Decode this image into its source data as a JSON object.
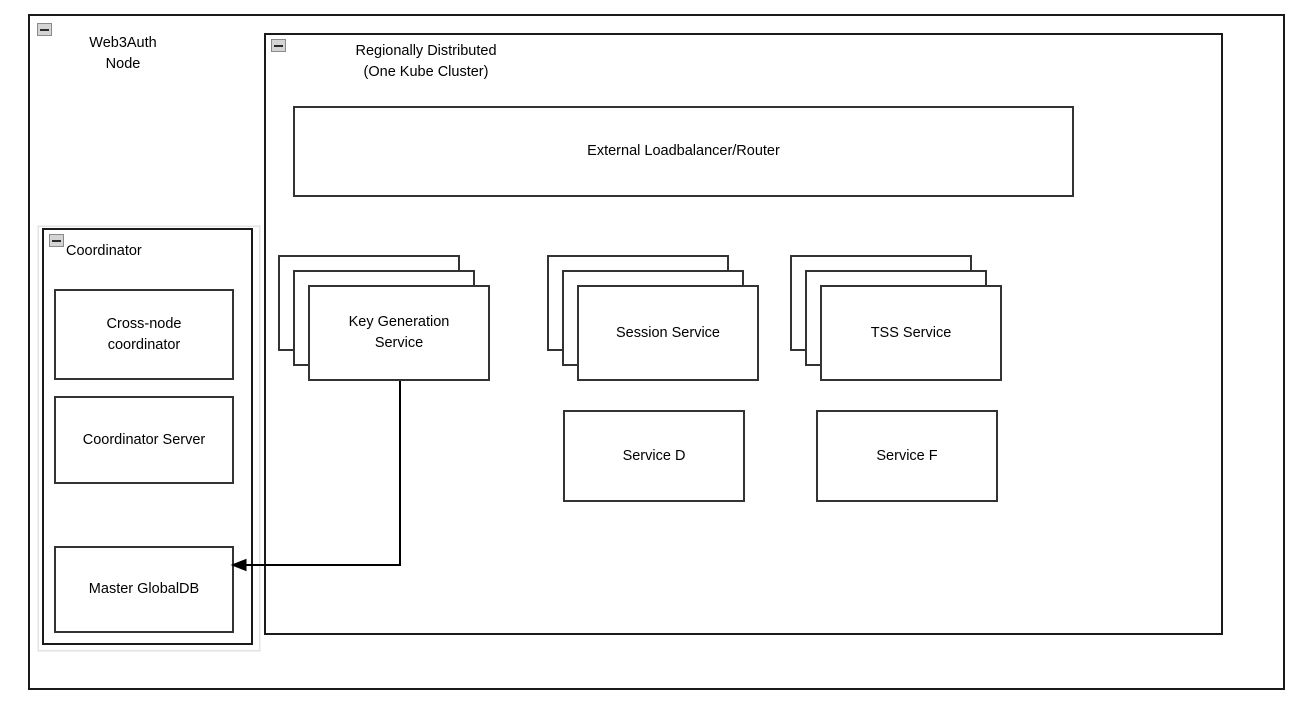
{
  "diagram": {
    "title": "Web3Auth Node architecture",
    "background": "#ffffff",
    "stroke": "#333333",
    "text_color": "#000000"
  },
  "outer_node": {
    "label": "Web3Auth\nNode",
    "collapse_icon": "minus-collapse-icon"
  },
  "cluster": {
    "label": "Regionally Distributed\n(One Kube Cluster)",
    "collapse_icon": "minus-collapse-icon"
  },
  "loadbalancer": {
    "label": "External Loadbalancer/Router"
  },
  "coordinator": {
    "label": "Coordinator",
    "collapse_icon": "minus-collapse-icon",
    "children": [
      {
        "label": "Cross-node\ncoordinator"
      },
      {
        "label": "Coordinator Server"
      },
      {
        "label": "Master GlobalDB"
      }
    ]
  },
  "services": {
    "stacked": [
      {
        "label": "Key Generation\nService",
        "replicas": 3
      },
      {
        "label": "Session Service",
        "replicas": 3
      },
      {
        "label": "TSS Service",
        "replicas": 3
      }
    ],
    "single": [
      {
        "label": "Service D"
      },
      {
        "label": "Service F"
      }
    ]
  },
  "connections": [
    {
      "name": "keygen-to-master-globaldb",
      "from": "Key Generation Service",
      "to": "Master GlobalDB",
      "arrow": "end"
    }
  ]
}
